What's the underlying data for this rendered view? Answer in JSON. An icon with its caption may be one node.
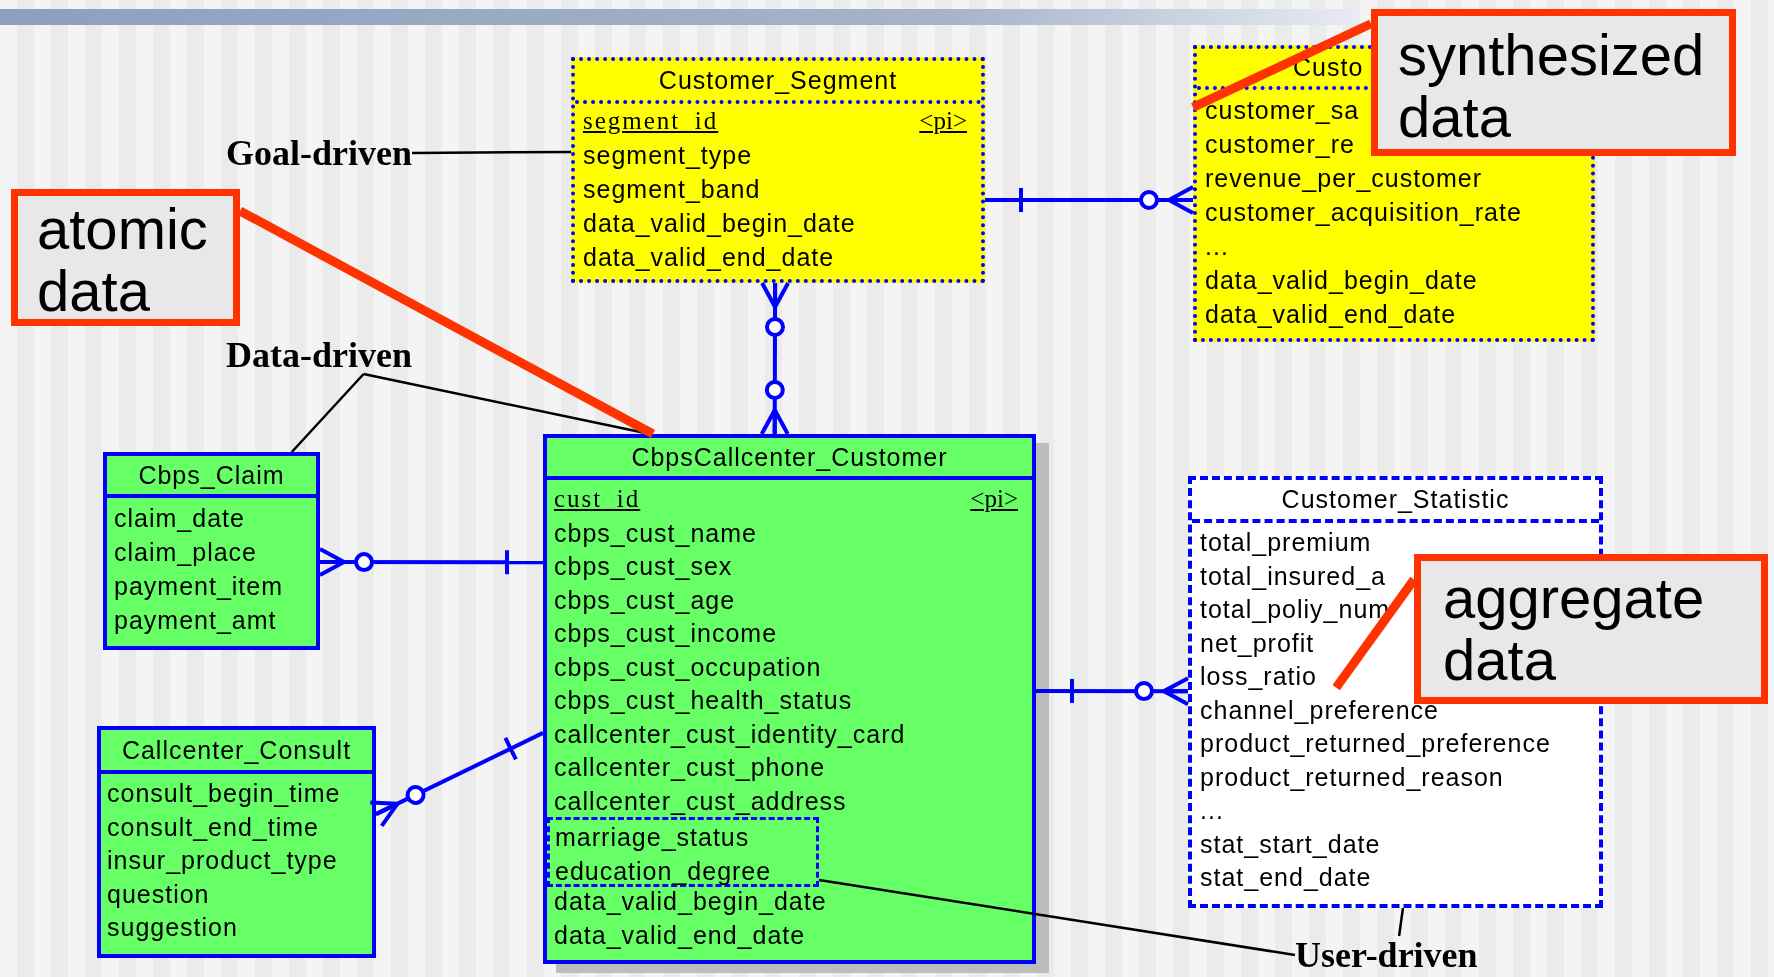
{
  "diagram": {
    "nodes": [
      {
        "text": [
          "Customer_Segment",
          "segment_id",
          "<pi>",
          "segment_type",
          "segment_band",
          "data_valid_begin_date",
          "data_valid_end_date"
        ]
      },
      {
        "text": [
          "Custo",
          "customer_sa",
          "customer_re",
          "revenue_per_customer",
          "customer_acquisition_rate",
          "...",
          "data_valid_begin_date",
          "data_valid_end_date"
        ]
      },
      {
        "text": [
          "synthesized data"
        ]
      },
      {
        "text": [
          "Goal-driven"
        ]
      },
      {
        "text": [
          "atomic data"
        ]
      },
      {
        "text": [
          "Data-driven"
        ]
      },
      {
        "text": [
          "Cbps_Claim",
          "claim_date",
          "claim_place",
          "payment_item",
          "payment_amt"
        ]
      },
      {
        "text": [
          "CbpsCallcenter_Customer",
          "cust_id",
          "<pi>",
          "cbps_cust_name",
          "cbps_cust_sex",
          "cbps_cust_age",
          "cbps_cust_income",
          "cbps_cust_occupation",
          "cbps_cust_health_status",
          "callcenter_cust_identity_card",
          "callcenter_cust_phone",
          "callcenter_cust_address",
          "data_valid_begin_date",
          "data_valid_end_date"
        ]
      },
      {
        "text": [
          "marriage_status",
          "education_degree"
        ],
        "in": 7
      },
      {
        "text": [
          "Customer_Statistic",
          "total_premium",
          "total_insured_a",
          "total_poliy_num",
          "net_profit",
          "loss_ratio",
          "channel_preference",
          "product_returned_preference",
          "product_returned_reason",
          "...",
          "stat_start_date",
          "stat_end_date"
        ]
      },
      {
        "text": [
          "aggregate data"
        ]
      },
      {
        "text": [
          "Callcenter_Consult",
          "consult_begin_time",
          "consult_end_time",
          "insur_product_type",
          "question",
          "suggestion"
        ]
      },
      {
        "text": [
          "User-driven"
        ]
      }
    ],
    "edges": [
      {
        "from": 0,
        "to": 1,
        "arrow": "other"
      },
      {
        "from": 0,
        "to": 7,
        "arrow": "other"
      },
      {
        "from": 6,
        "to": 7,
        "arrow": "other"
      },
      {
        "from": 11,
        "to": 7,
        "arrow": "other"
      },
      {
        "from": 7,
        "to": 9,
        "arrow": "other"
      },
      {
        "from": 3,
        "to": 0,
        "arrow": "none",
        "color": "#000000"
      },
      {
        "from": 5,
        "to": 6,
        "arrow": "none",
        "color": "#000000"
      },
      {
        "from": 5,
        "to": 7,
        "arrow": "none",
        "color": "#000000"
      },
      {
        "from": 12,
        "to": 8,
        "arrow": "none",
        "color": "#000000"
      },
      {
        "from": 12,
        "to": 9,
        "arrow": "none",
        "color": "#000000"
      },
      {
        "from": 4,
        "to": 7,
        "arrow": "none",
        "style": "thick",
        "color": "#ff3300"
      },
      {
        "from": 2,
        "to": 1,
        "arrow": "none",
        "style": "thick",
        "color": "#ff3300"
      },
      {
        "from": 10,
        "to": 9,
        "arrow": "none",
        "style": "thick",
        "color": "#ff3300"
      }
    ]
  }
}
